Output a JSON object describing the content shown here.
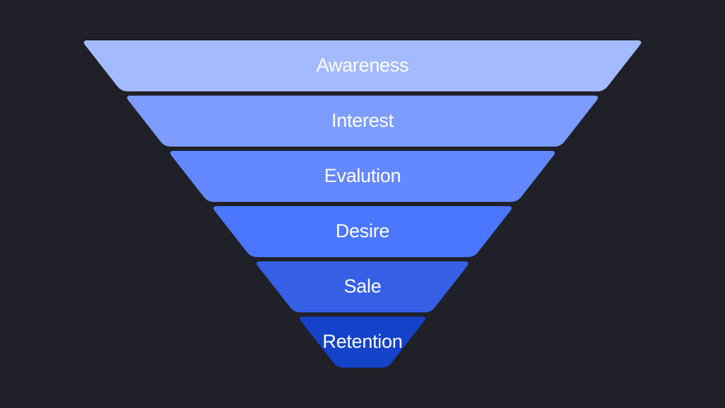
{
  "funnel": {
    "stages": [
      {
        "label": "Awareness",
        "color": "#a3baff"
      },
      {
        "label": "Interest",
        "color": "#7c9cff"
      },
      {
        "label": "Evalution",
        "color": "#6488ff"
      },
      {
        "label": "Desire",
        "color": "#4b76ff"
      },
      {
        "label": "Sale",
        "color": "#3560e6"
      },
      {
        "label": "Retention",
        "color": "#1443c9"
      }
    ],
    "background_color": "#1f2028"
  }
}
